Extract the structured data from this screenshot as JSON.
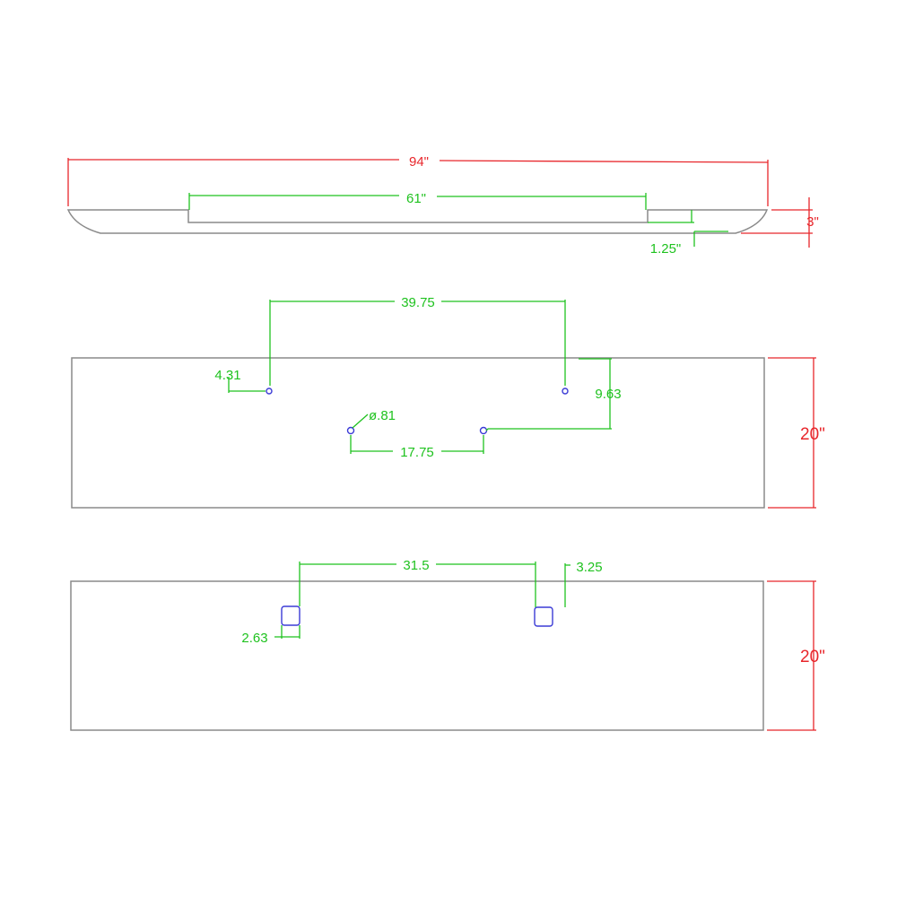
{
  "colors": {
    "outline": "#8a8a8a",
    "overall_dimension": "#e8262b",
    "detail_dimension": "#1fc21f",
    "holes": "#3b3bd6"
  },
  "side_view": {
    "overall_length": "94\"",
    "recess_length": "61\"",
    "thickness": "3\"",
    "recess_depth": "1.25\""
  },
  "plan_view_holes": {
    "hole_spacing": "39.75",
    "edge_offset": "4.31",
    "vertical_offset": "9.63",
    "hole_diameter": "ø.81",
    "center_spacing": "17.75",
    "depth": "20\""
  },
  "plan_view_pockets": {
    "pocket_spacing": "31.5",
    "pocket_width_right": "3.25",
    "pocket_width_left": "2.63",
    "depth": "20\""
  }
}
